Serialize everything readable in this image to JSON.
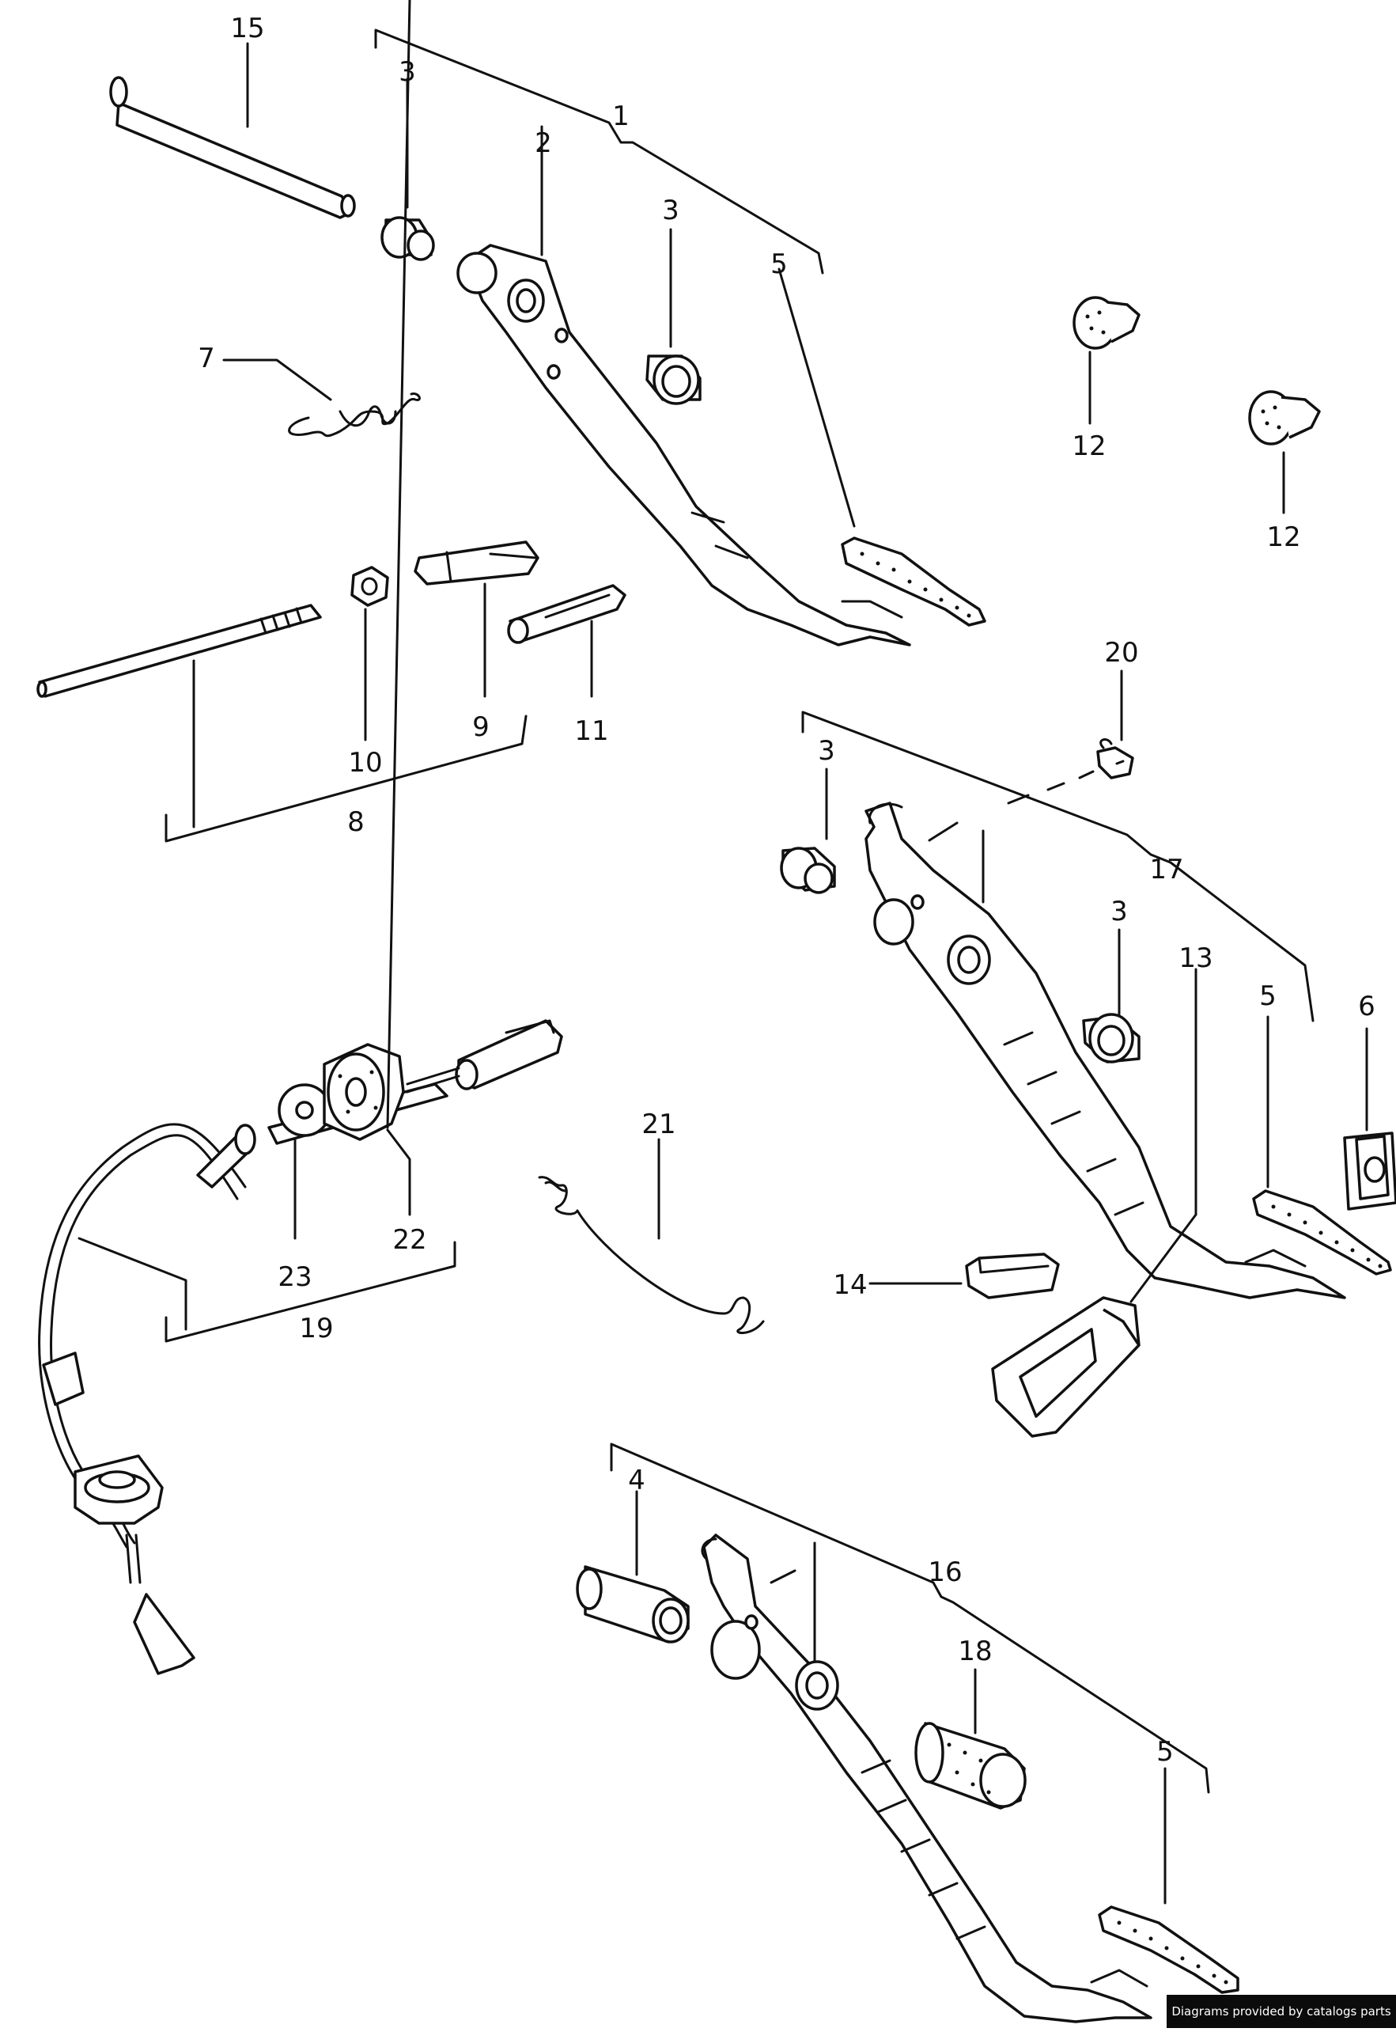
{
  "callouts": {
    "c1": "1",
    "c2": "2",
    "c3a": "3",
    "c3b": "3",
    "c3c": "3",
    "c3d": "3",
    "c4": "4",
    "c5a": "5",
    "c5b": "5",
    "c5c": "5",
    "c6": "6",
    "c7": "7",
    "c8": "8",
    "c9": "9",
    "c10": "10",
    "c11": "11",
    "c12a": "12",
    "c12b": "12",
    "c13": "13",
    "c14": "14",
    "c15": "15",
    "c16": "16",
    "c17": "17",
    "c18": "18",
    "c19": "19",
    "c20": "20",
    "c21": "21",
    "c22": "22",
    "c23": "23"
  },
  "credit": "Diagrams provided by catalogs parts"
}
